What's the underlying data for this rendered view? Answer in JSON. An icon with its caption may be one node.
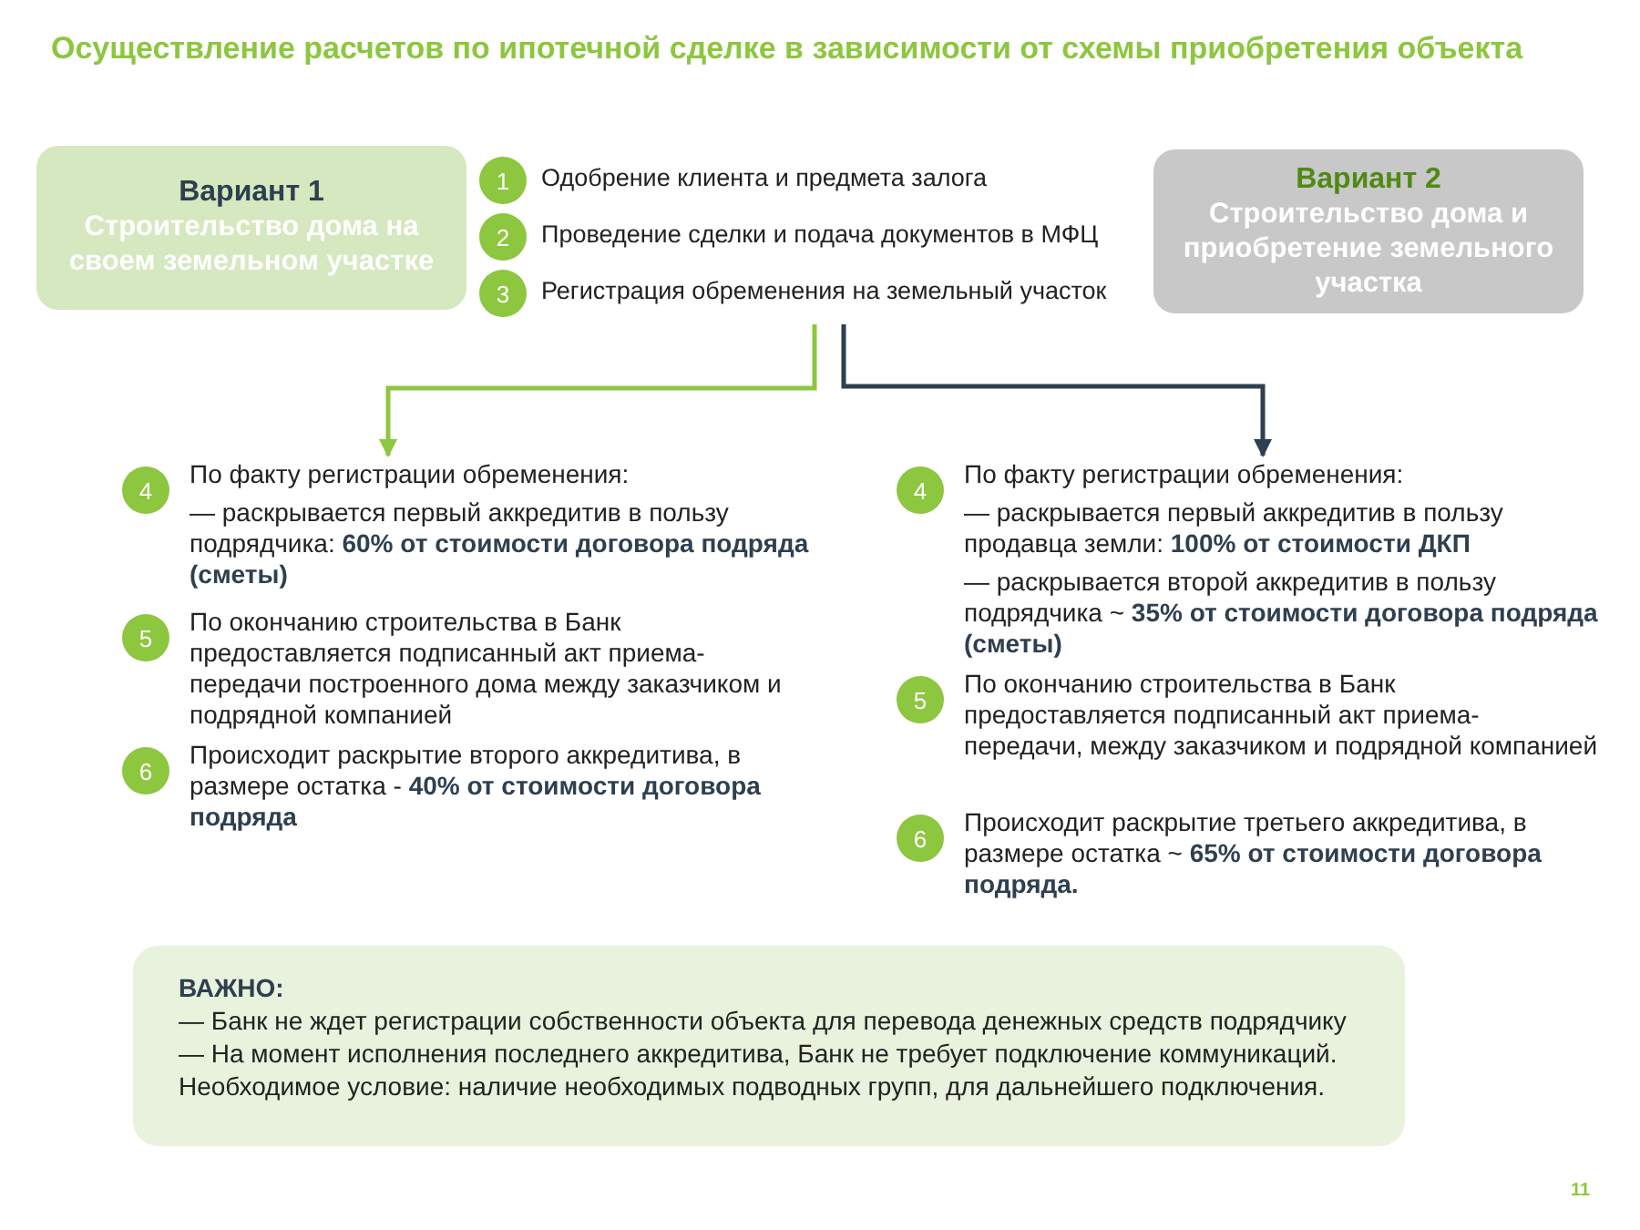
{
  "diagram": {
    "title": "Осуществление расчетов по ипотечной сделке в зависимости от схемы приобретения объекта",
    "nodes": [
      {
        "text": [
          "Вариант 1",
          "Строительство дома на своем земельном участке"
        ]
      },
      {
        "text": [
          "Вариант 2",
          "Строительство дома и приобретение земельного участка"
        ]
      },
      {
        "text": [
          "1"
        ],
        "beside": [
          "Одобрение клиента и предмета залога"
        ]
      },
      {
        "text": [
          "2"
        ],
        "beside": [
          "Проведение сделки и подача документов в МФЦ"
        ]
      },
      {
        "text": [
          "3"
        ],
        "beside": [
          "Регистрация обременения на земельный участок"
        ]
      },
      {
        "text": [
          "4"
        ],
        "beside": [
          "По факту регистрации обременения:",
          "— раскрывается первый аккредитив в пользу подрядчика: **60% от стоимости договора подряда (сметы)**"
        ]
      },
      {
        "text": [
          "5"
        ],
        "beside": [
          "По окончанию строительства в Банк предоставляется подписанный акт приема-передачи построенного дома между заказчиком и подрядной компанией"
        ]
      },
      {
        "text": [
          "6"
        ],
        "beside": [
          "Происходит раскрытие второго аккредитива, в размере остатка - **40% от стоимости договора подряда**"
        ]
      },
      {
        "text": [
          "4"
        ],
        "beside": [
          "По факту регистрации обременения:",
          "— раскрывается первый аккредитив в пользу продавца земли: **100% от стоимости ДКП**",
          "— раскрывается второй аккредитив в пользу подрядчика ~ **35% от стоимости договора подряда (сметы)**"
        ]
      },
      {
        "text": [
          "5"
        ],
        "beside": [
          "По окончанию строительства в Банк предоставляется подписанный акт приема-передачи, между заказчиком и подрядной компанией"
        ]
      },
      {
        "text": [
          "6"
        ],
        "beside": [
          "Происходит раскрытие третьего аккредитива, в размере остатка ~ **65% от стоимости договора подряда.**"
        ]
      },
      {
        "text": [
          "ВАЖНО:",
          "— Банк не ждет регистрации собственности объекта для перевода денежных средств подрядчику",
          "— На момент исполнения последнего аккредитива, Банк не требует подключение коммуникаций.",
          "Необходимое условие: наличие необходимых подводных групп, для дальнейшего подключения."
        ]
      }
    ],
    "edges": [
      {
        "from": 4,
        "to": 5,
        "arrow": "to",
        "color": "#8dc63f"
      },
      {
        "from": 4,
        "to": 8,
        "arrow": "to",
        "color": "#2e3f4f"
      }
    ],
    "labels": [
      "11"
    ]
  }
}
